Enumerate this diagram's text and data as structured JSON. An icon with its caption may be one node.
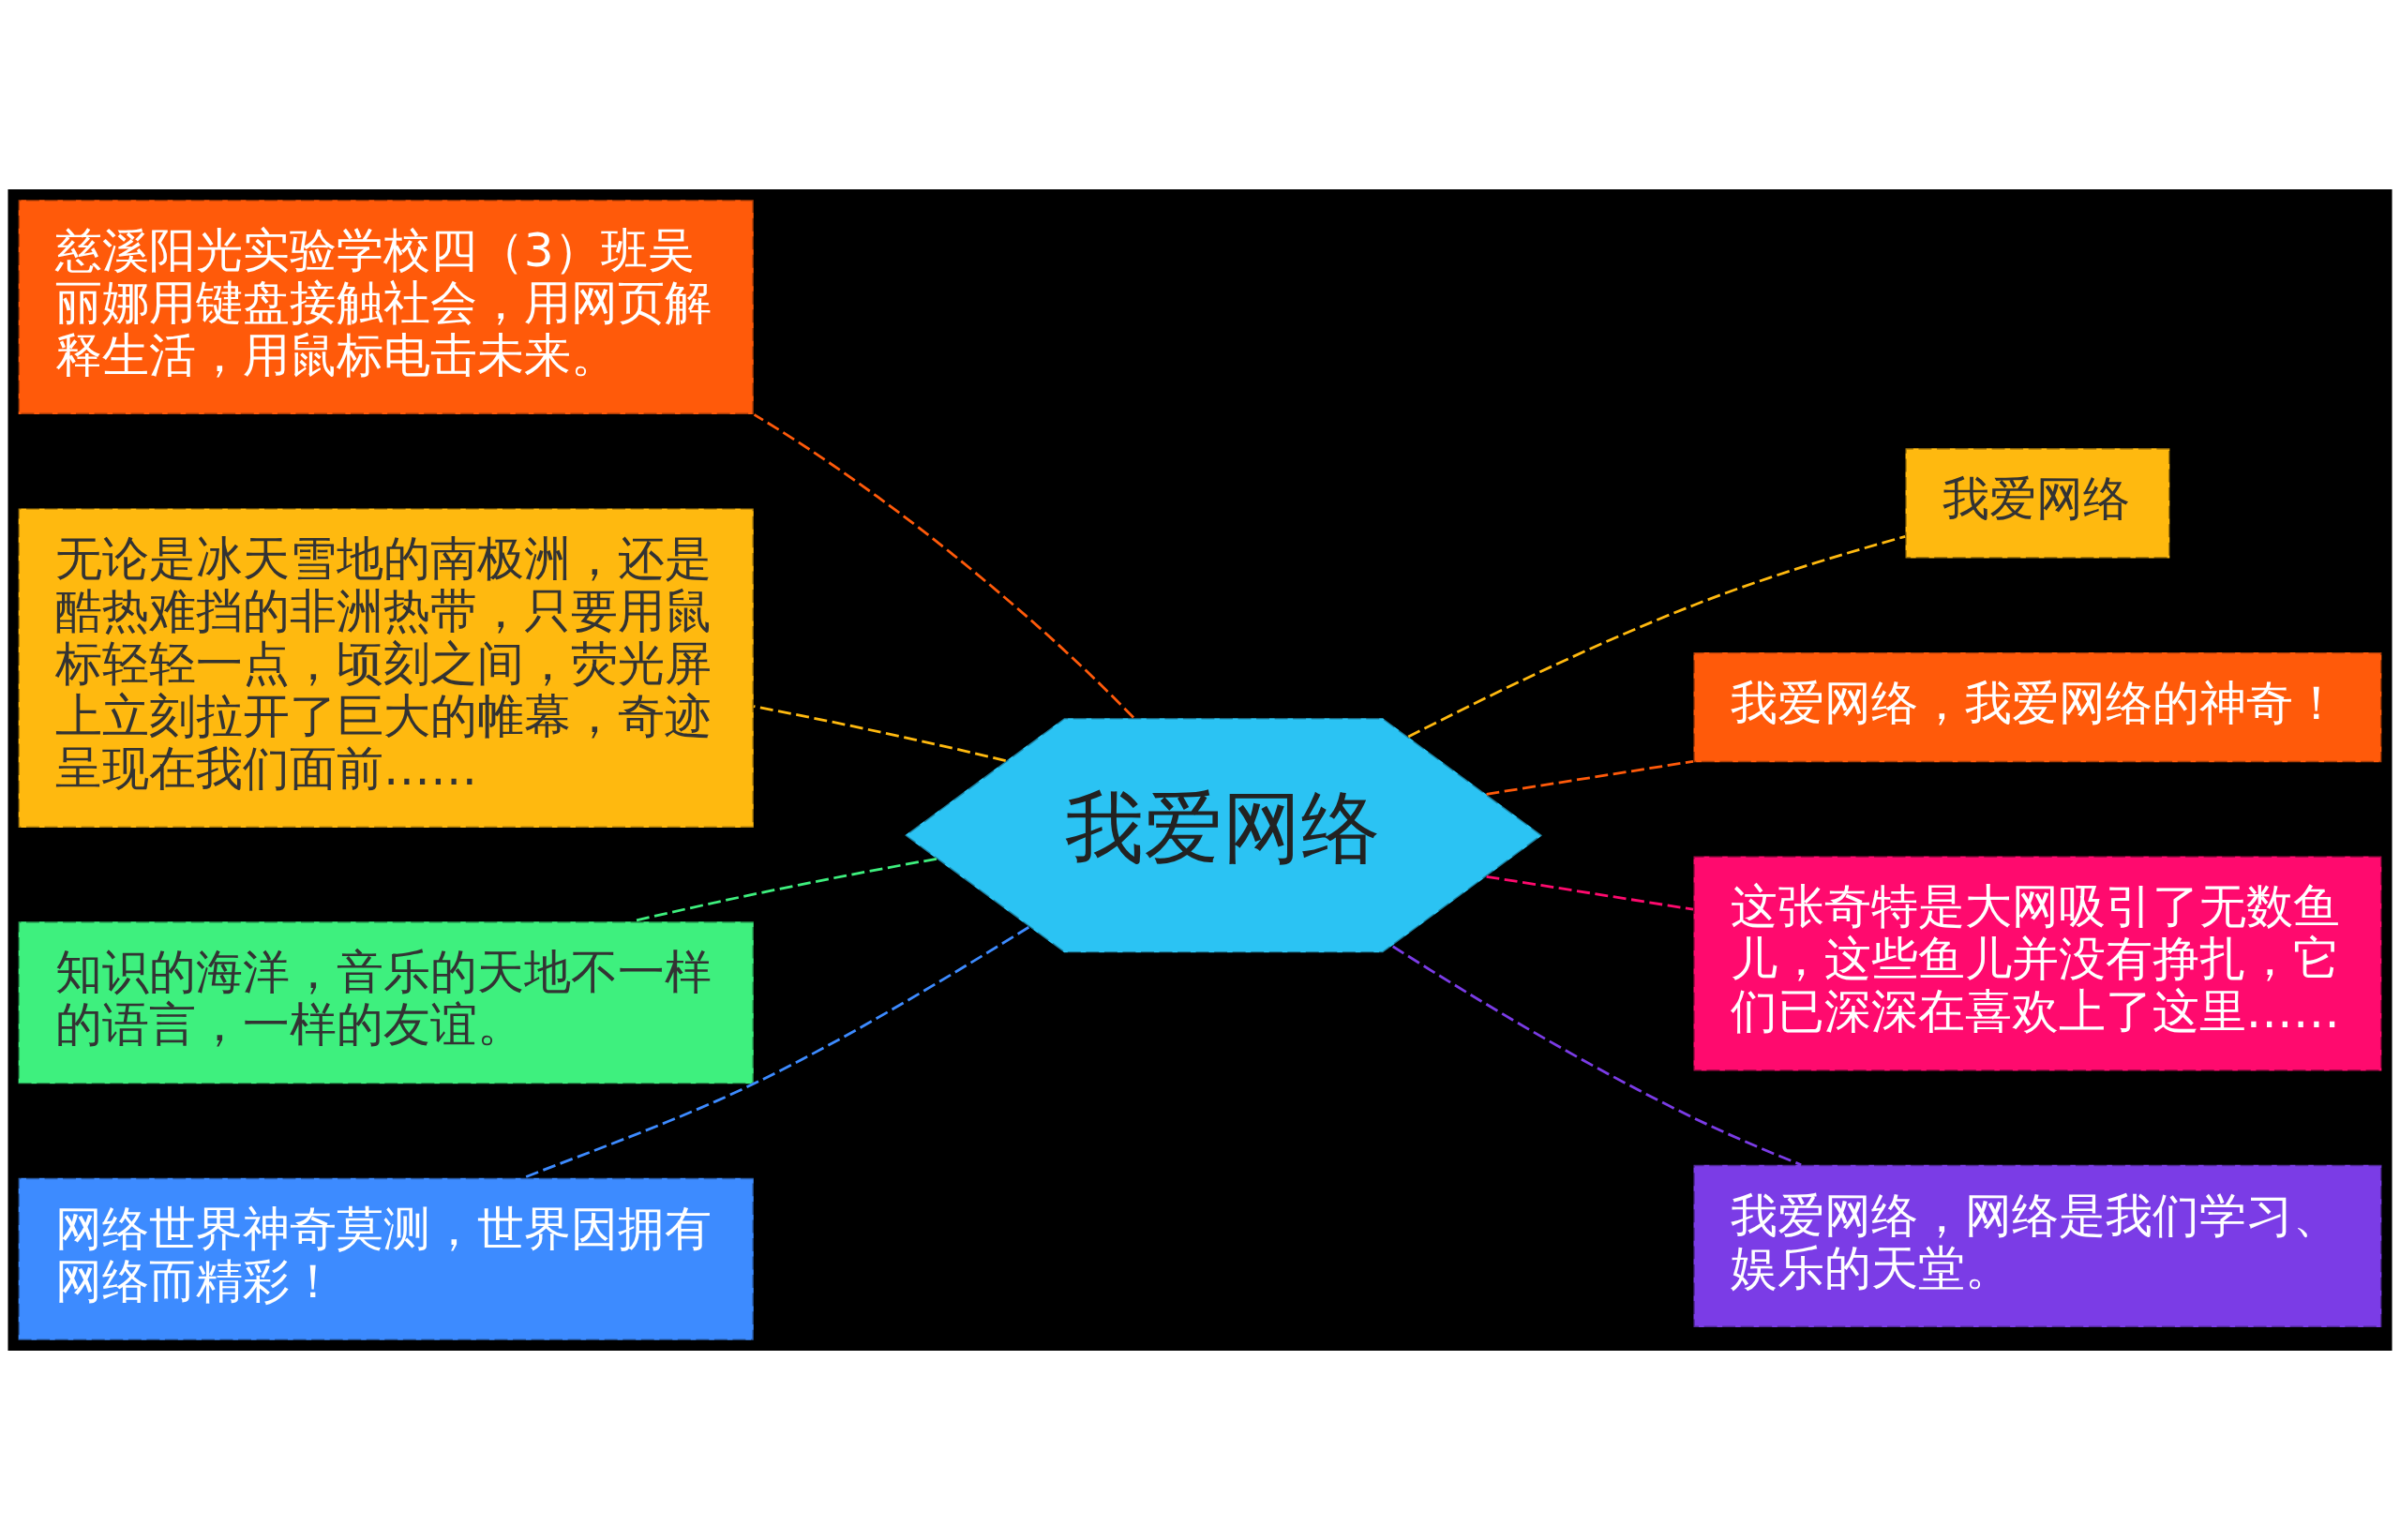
{
  "diagram": {
    "nodes": [
      {
        "text": [
          "我爱网络"
        ]
      },
      {
        "text": [
          "慈溪阳光实验学校四（3）班吴丽娜用键盘接触社会，用网页解释生活，用鼠标电击未来。"
        ]
      },
      {
        "text": [
          "无论是冰天雪地的南极洲，还是酷热难挡的非洲热带，只要用鼠标轻轻一点，顷刻之间，荧光屏上立刻拉开了巨大的帷幕，奇迹呈现在我们面前……"
        ]
      },
      {
        "text": [
          "知识的海洋，音乐的天地不一样的语言，一样的友谊。"
        ]
      },
      {
        "text": [
          "网络世界神奇莫测，世界因拥有网络而精彩！"
        ]
      },
      {
        "text": [
          "我爱网络"
        ]
      },
      {
        "text": [
          "我爱网络，我爱网络的神奇！"
        ]
      },
      {
        "text": [
          "这张奇特是大网吸引了无数鱼儿，这些鱼儿并没有挣扎，它们已深深在喜欢上了这里……"
        ]
      },
      {
        "text": [
          "我爱网络，网络是我们学习、娱乐的天堂。"
        ]
      }
    ],
    "edges": [
      {
        "from": 0,
        "to": 1,
        "arrow": "none",
        "style": "dashed",
        "color": "#ff5a0a"
      },
      {
        "from": 0,
        "to": 2,
        "arrow": "none",
        "style": "dashed",
        "color": "#ffb90f"
      },
      {
        "from": 0,
        "to": 3,
        "arrow": "none",
        "style": "dashed",
        "color": "#3ef07e"
      },
      {
        "from": 0,
        "to": 4,
        "arrow": "none",
        "style": "dashed",
        "color": "#3d8bff"
      },
      {
        "from": 0,
        "to": 5,
        "arrow": "none",
        "style": "dashed",
        "color": "#ffb90f"
      },
      {
        "from": 0,
        "to": 6,
        "arrow": "none",
        "style": "dashed",
        "color": "#ff5a0a"
      },
      {
        "from": 0,
        "to": 7,
        "arrow": "none",
        "style": "dashed",
        "color": "#ff0a6e"
      },
      {
        "from": 0,
        "to": 8,
        "arrow": "none",
        "style": "dashed",
        "color": "#7b3ce6"
      }
    ]
  }
}
